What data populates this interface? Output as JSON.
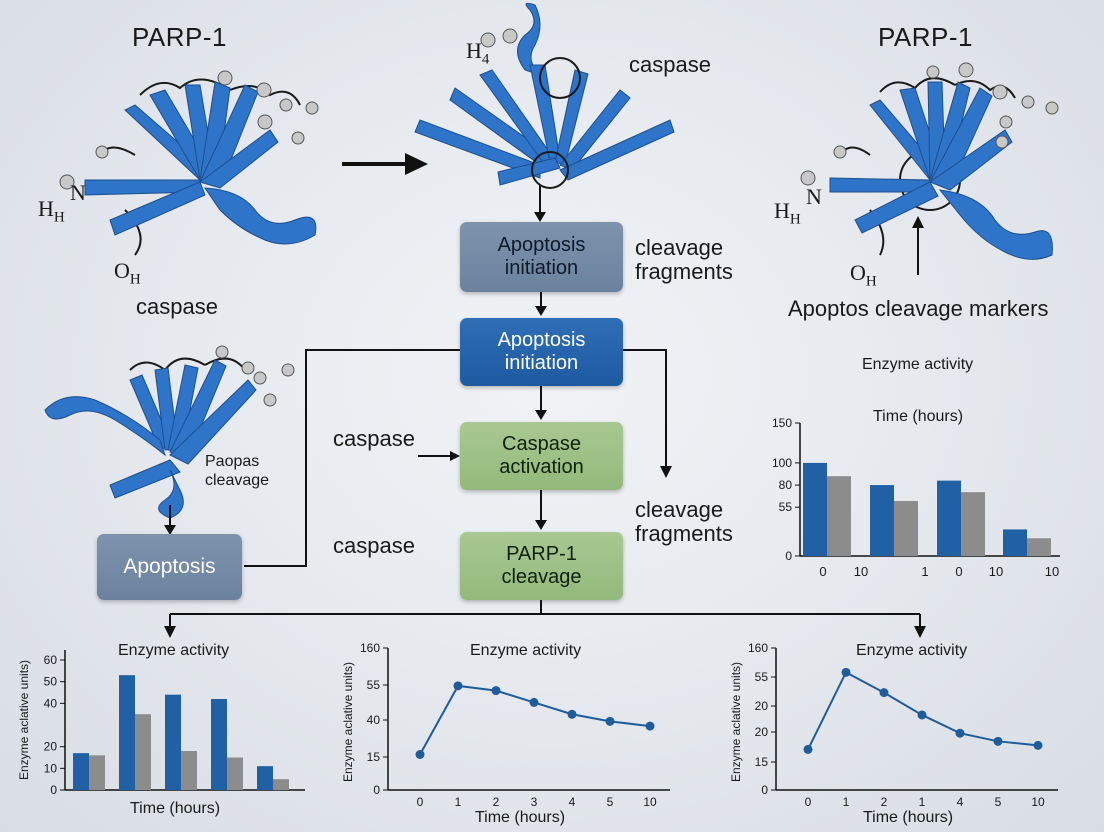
{
  "labels": {
    "parp_left": "PARP-1",
    "parp_right": "PARP-1",
    "caspase_top": "caspase",
    "caspase_left": "caspase",
    "caspase_mid1": "caspase",
    "caspase_mid2": "caspase",
    "cleavage_fragments_1": "cleavage\nfragments",
    "cleavage_fragments_2": "cleavage\nfragments",
    "apoptos_markers": "Apoptos cleavage markers",
    "paopas_cleavage": "Paopas\ncleavage",
    "h_top": "H",
    "h_top_sub": "4",
    "h_left": "H",
    "h_left_sub": "H",
    "n_left": "N",
    "o_left": "O",
    "o_left_sub": "H",
    "h_right": "H",
    "h_right_sub": "H",
    "n_right": "N",
    "o_right": "O",
    "o_right_sub": "H"
  },
  "flow": {
    "box1": "Apoptosis\ninitiation",
    "box2": "Apoptosis\ninitiation",
    "box3": "Caspase\nactivation",
    "box4": "PARP-1\ncleavage",
    "box_left": "Apoptosis"
  },
  "colors": {
    "protein": "#2e74c9",
    "bar_blue": "#2061a6",
    "bar_grey": "#8c8c8c",
    "line": "#1f5c9c"
  },
  "chart_data": [
    {
      "type": "bar",
      "title": "Enzyme activity",
      "xlabel": "Time (hours)",
      "ylabel": "",
      "extra_label": "",
      "yticks": [
        "150",
        "100",
        "80",
        "55",
        "0"
      ],
      "xticks": [
        "0",
        "10",
        "1",
        "0",
        "10",
        "10"
      ],
      "series": [
        {
          "values": [
            105,
            80,
            85,
            30
          ]
        },
        {
          "values": [
            90,
            62,
            72,
            20
          ]
        }
      ]
    },
    {
      "type": "bar",
      "title": "Enzyme activity",
      "xlabel": "Time (hours)",
      "ylabel": "Enzyme aclative units)",
      "yticks": [
        "60",
        "50",
        "40",
        "20",
        "10",
        "0"
      ],
      "series": [
        {
          "values": [
            17,
            53,
            44,
            42,
            11
          ]
        },
        {
          "values": [
            16,
            35,
            18,
            15,
            5
          ]
        }
      ]
    },
    {
      "type": "line",
      "title": "Enzyme activity",
      "xlabel": "Time (hours)",
      "ylabel": "Enzyme aclative units)",
      "yticks": [
        "160",
        "55",
        "40",
        "15",
        "0"
      ],
      "xticks": [
        "0",
        "1",
        "2",
        "3",
        "4",
        "5",
        "10"
      ],
      "values": [
        15,
        44,
        42,
        37,
        32,
        29,
        27
      ]
    },
    {
      "type": "line",
      "title": "Enzyme activity",
      "xlabel": "Time (hours)",
      "ylabel": "Enzyme aclative units)",
      "yticks": [
        "160",
        "55",
        "20",
        "20",
        "15",
        "0"
      ],
      "xticks": [
        "0",
        "1",
        "2",
        "1",
        "4",
        "5",
        "10"
      ],
      "values": [
        20,
        58,
        48,
        37,
        28,
        24,
        22
      ]
    }
  ]
}
